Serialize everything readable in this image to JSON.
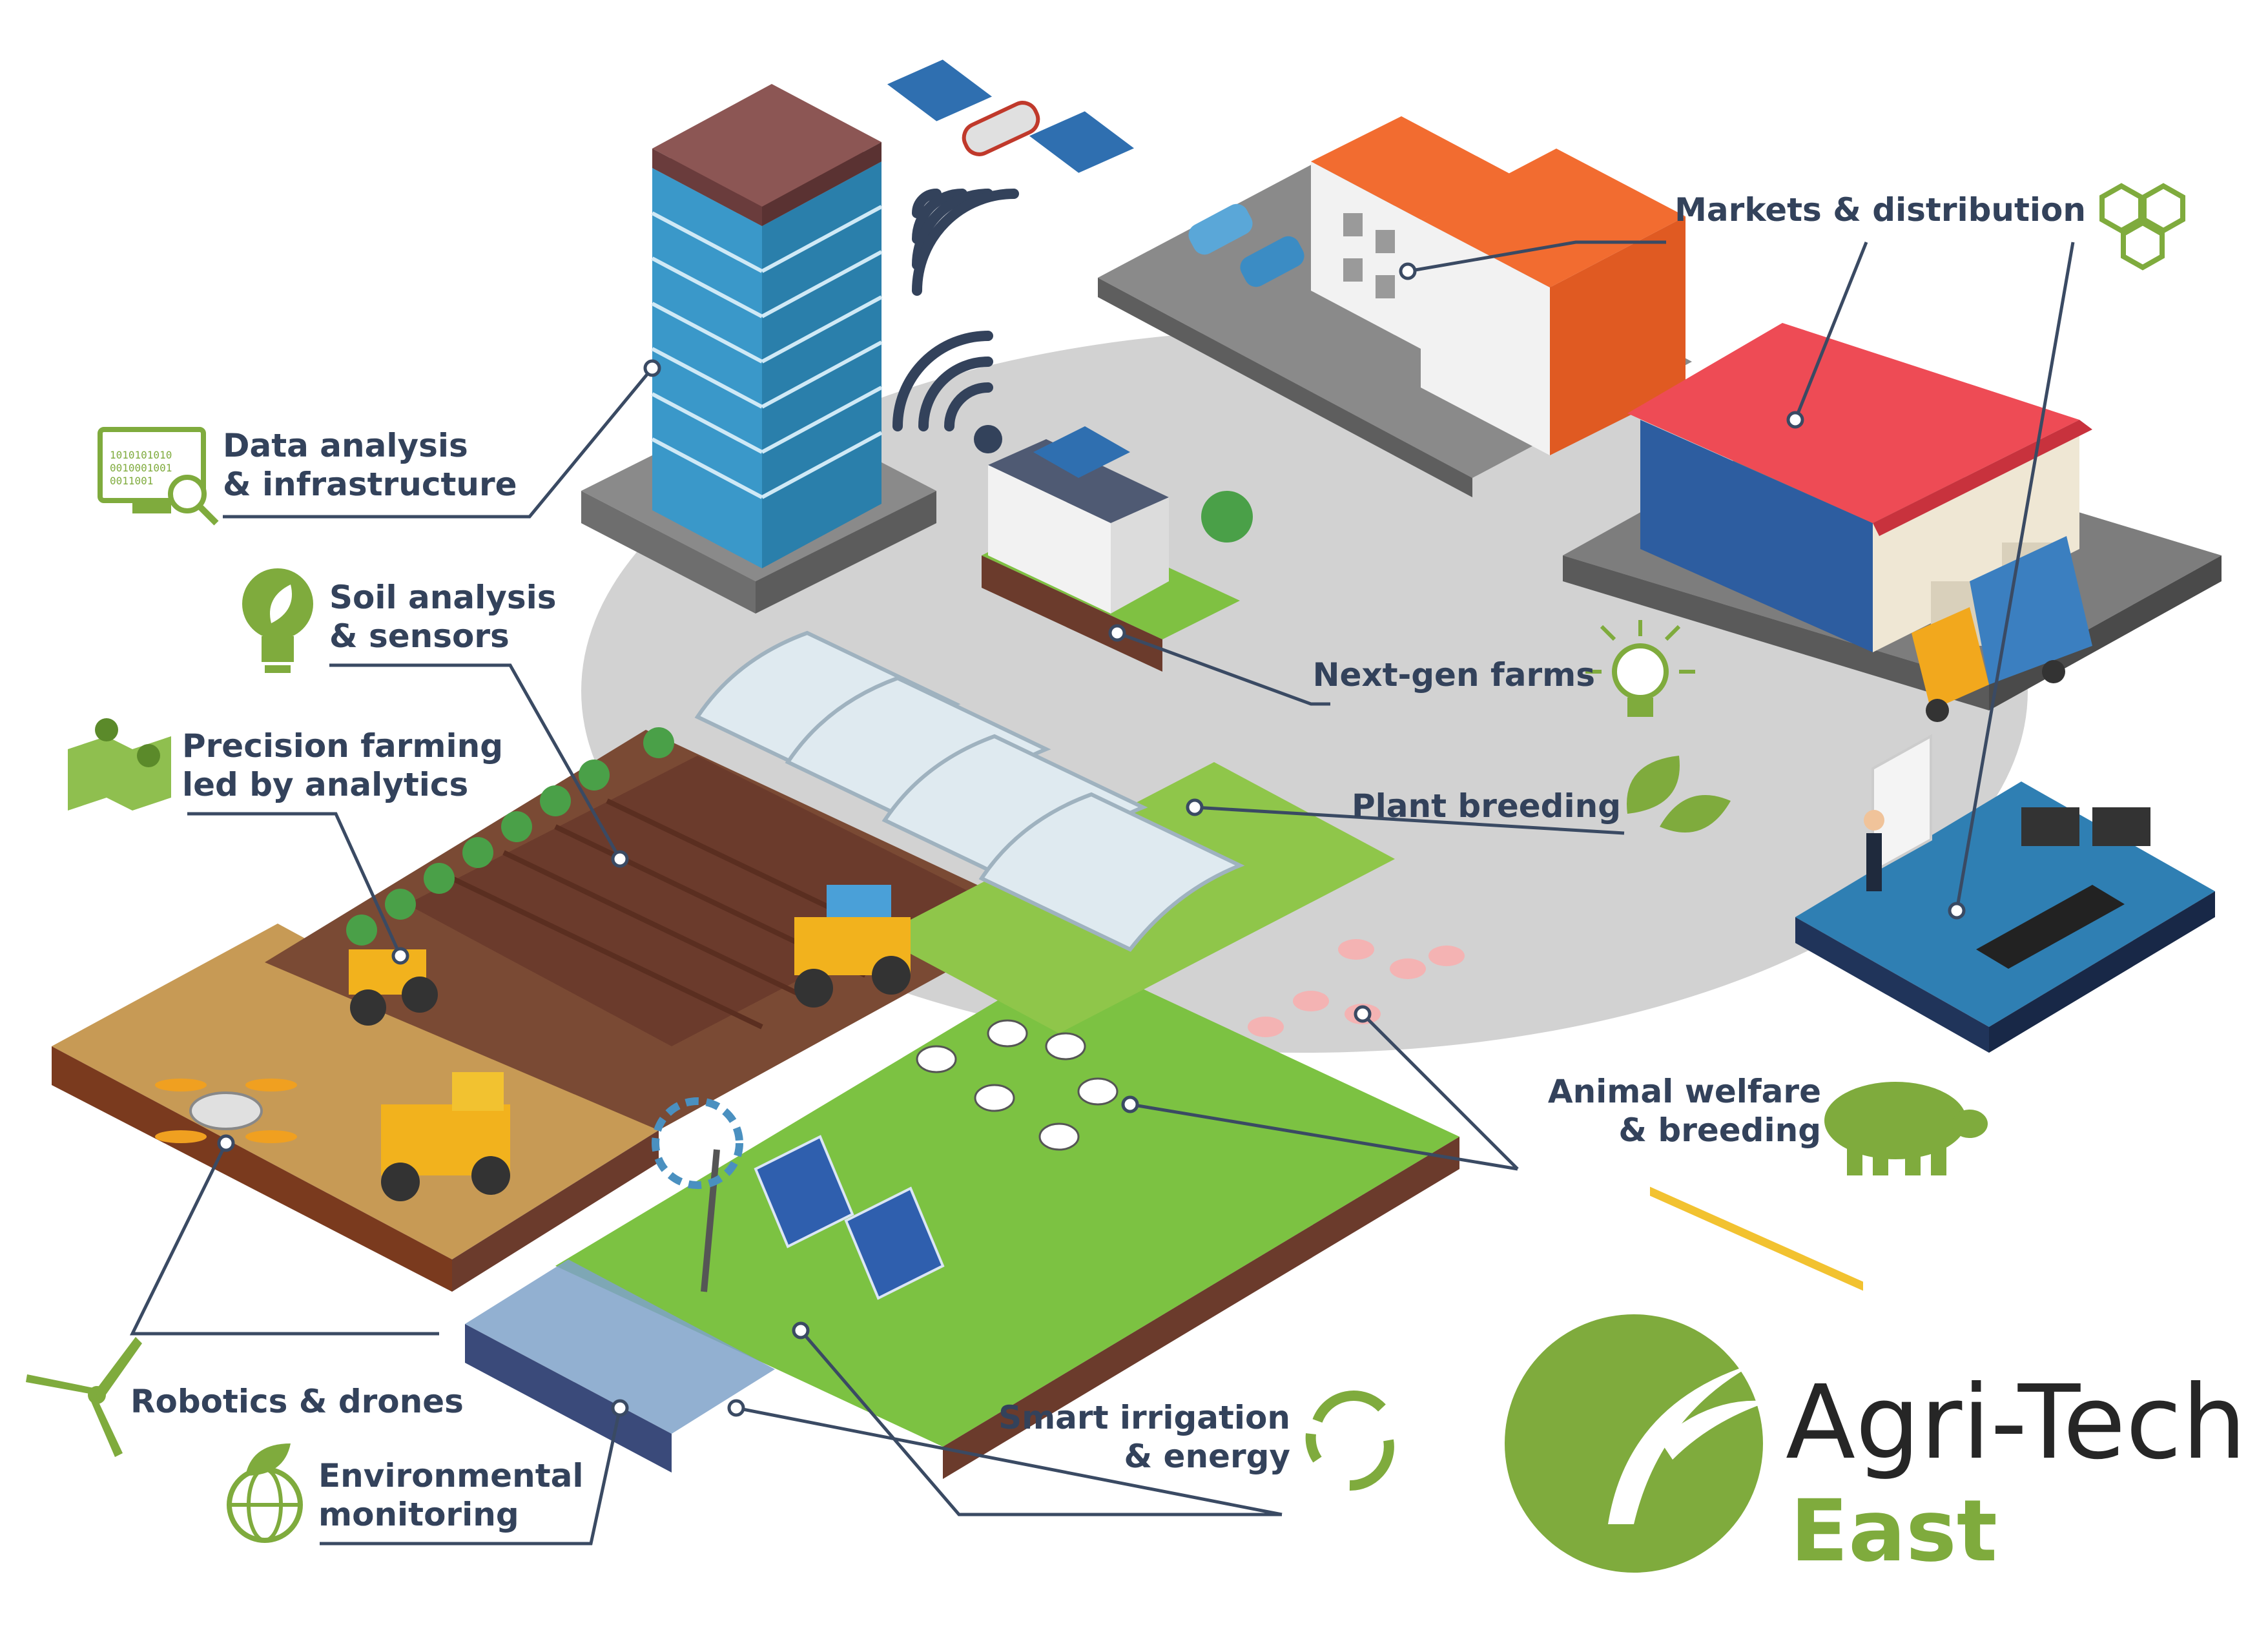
{
  "labels": {
    "data_analysis": [
      "Data analysis",
      "& infrastructure"
    ],
    "soil_analysis": [
      "Soil analysis",
      "& sensors"
    ],
    "precision_farming": [
      "Precision farming",
      "led by analytics"
    ],
    "robotics": "Robotics & drones",
    "environmental": [
      "Environmental",
      "monitoring"
    ],
    "smart_irrigation": [
      "Smart irrigation",
      "& energy"
    ],
    "animal_welfare": [
      "Animal welfare",
      "& breeding"
    ],
    "plant_breeding": "Plant breeding",
    "next_gen": "Next-gen farms",
    "markets": "Markets & distribution",
    "monitor_binary": [
      "1010101010",
      "0010001001",
      "0011001"
    ]
  },
  "logo": {
    "line1": "Agri-Tech",
    "line2": "East"
  },
  "colors": {
    "label_text": "#33425b",
    "leader_line": "#3a4a63",
    "icon_green": "#7fab3d",
    "brand_green": "#7fab3d",
    "logo_dark": "#262626",
    "ground_gray": "#d2d2d2",
    "grass": "#7cc242",
    "soil": "#6b3b2c",
    "wheat": "#c79a55"
  },
  "icons": [
    "monitor-analytics-icon",
    "lightbulb-leaf-icon",
    "map-pins-icon",
    "wind-turbine-icon",
    "globe-leaf-icon",
    "recycle-arrows-icon",
    "pig-icon",
    "leaves-icon",
    "lightbulb-icon",
    "hexagons-icon",
    "wifi-signal-icon",
    "satellite-icon"
  ]
}
